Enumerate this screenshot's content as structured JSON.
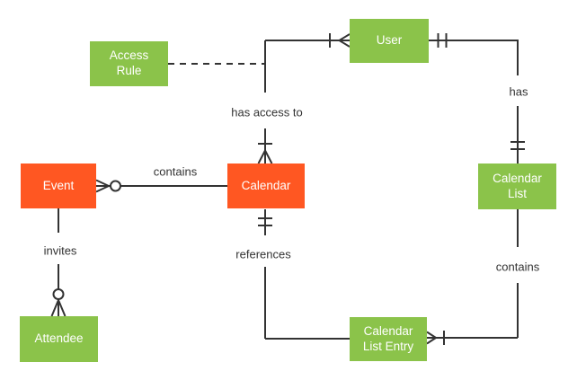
{
  "diagram": {
    "type": "entity-relationship",
    "notation": "crow's foot",
    "entities": [
      {
        "id": "event",
        "label": "Event",
        "color": "#FF5722"
      },
      {
        "id": "calendar",
        "label": "Calendar",
        "color": "#FF5722"
      },
      {
        "id": "access-rule",
        "label": "Access Rule",
        "color": "#8BC34A"
      },
      {
        "id": "user",
        "label": "User",
        "color": "#8BC34A"
      },
      {
        "id": "calendar-list",
        "label": "Calendar List",
        "color": "#8BC34A"
      },
      {
        "id": "calendar-list-entry",
        "label": "Calendar List Entry",
        "color": "#8BC34A"
      },
      {
        "id": "attendee",
        "label": "Attendee",
        "color": "#8BC34A"
      }
    ],
    "relationships": [
      {
        "from": "event",
        "to": "calendar",
        "label": "contains",
        "event_end": "zero-or-many",
        "calendar_end": "plain"
      },
      {
        "from": "calendar",
        "to": "user",
        "label": "has access to",
        "calendar_end": "one-or-many",
        "user_end": "one-or-many"
      },
      {
        "from": "user",
        "to": "calendar-list",
        "label": "has",
        "user_end": "exactly-one",
        "calendar_list_end": "exactly-one"
      },
      {
        "from": "calendar-list",
        "to": "calendar-list-entry",
        "label": "contains",
        "calendar_list_end": "plain",
        "entry_end": "one-or-many"
      },
      {
        "from": "calendar",
        "to": "calendar-list-entry",
        "label": "references",
        "calendar_end": "exactly-one",
        "entry_end": "plain"
      },
      {
        "from": "event",
        "to": "attendee",
        "label": "invites",
        "event_end": "plain",
        "attendee_end": "zero-or-many"
      },
      {
        "from": "access-rule",
        "to": "calendar-user-connector",
        "label": "",
        "style": "dashed"
      }
    ],
    "colors": {
      "entity_orange": "#FF5722",
      "entity_green": "#8BC34A",
      "entity_text": "#FFFFFF",
      "connector": "#333333",
      "label_text": "#333333",
      "background": "#FFFFFF"
    }
  }
}
